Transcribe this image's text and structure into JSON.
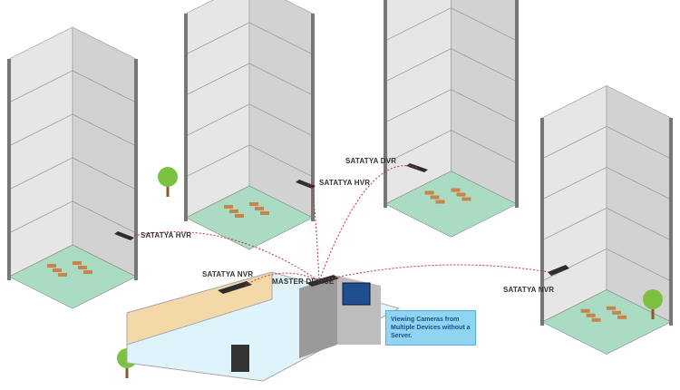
{
  "labels": {
    "left_hvr": "SATATYA HVR",
    "middle_hvr": "SATATYA HVR",
    "dvr": "SATATYA DVR",
    "office_nvr": "SATATYA NVR",
    "master": "MASTER DEVICE",
    "right_nvr": "SATATYA NVR"
  },
  "callout": "Viewing Cameras from Multiple Devices without a Server.",
  "colors": {
    "floor_teal": "#2b8a9b",
    "floor_peach": "#f6c4ad",
    "floor_green": "#a9dcc2",
    "floor_lavender": "#c3bde4",
    "link_line": "#c0303a",
    "wall": "#d9d9d9"
  }
}
